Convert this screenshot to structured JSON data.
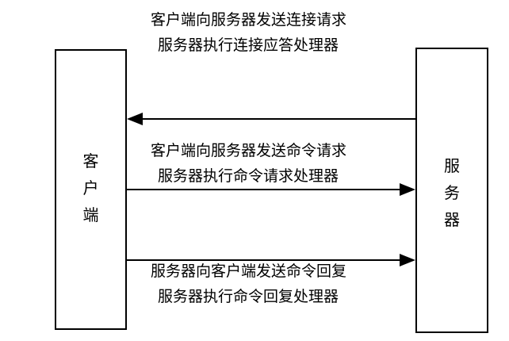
{
  "client": {
    "label_chars": [
      "客",
      "户",
      "端"
    ]
  },
  "server": {
    "label_chars": [
      "服",
      "务",
      "器"
    ]
  },
  "messages": {
    "connect": {
      "line1": "客户端向服务器发送连接请求",
      "line2": "服务器执行连接应答处理器",
      "direction": "server-to-client"
    },
    "command": {
      "line1": "客户端向服务器发送命令请求",
      "line2": "服务器执行命令请求处理器",
      "direction": "client-to-server"
    },
    "reply": {
      "line1": "服务器向客户端发送命令回复",
      "line2": "服务器执行命令回复处理器",
      "direction": "client-to-server"
    }
  },
  "colors": {
    "stroke": "#000000",
    "background": "#ffffff"
  }
}
